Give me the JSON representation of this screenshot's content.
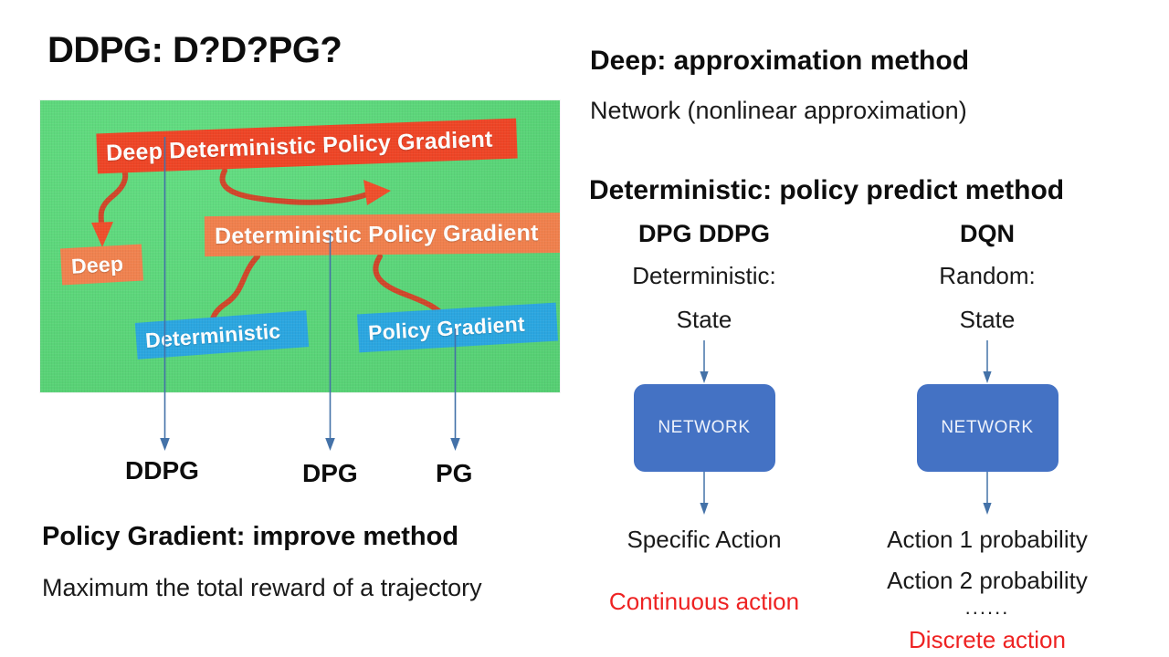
{
  "slide": {
    "title": "DDPG: D?D?PG?"
  },
  "concept_image": {
    "tags": [
      {
        "key": "ddpg",
        "label": "Deep Deterministic Policy Gradient",
        "color": "#ee4526"
      },
      {
        "key": "deep",
        "label": "Deep",
        "color": "#f0824f"
      },
      {
        "key": "dpg",
        "label": "Deterministic Policy Gradient",
        "color": "#f0804d"
      },
      {
        "key": "deterministic",
        "label": "Deterministic",
        "color": "#2ba6e0"
      },
      {
        "key": "policy_gradient",
        "label": "Policy Gradient",
        "color": "#2ba6e0"
      }
    ],
    "background_color": "#5ad478",
    "arrow_color": "#d0472a",
    "watermark": ""
  },
  "leaf_labels": [
    {
      "key": "ddpg",
      "label": "DDPG"
    },
    {
      "key": "dpg",
      "label": "DPG"
    },
    {
      "key": "pg",
      "label": "PG"
    }
  ],
  "policy_gradient_section": {
    "heading": "Policy Gradient: improve method",
    "subtitle": "Maximum the total reward of a trajectory"
  },
  "deep_section": {
    "heading": "Deep: approximation method",
    "subtitle": "Network (nonlinear approximation)"
  },
  "deterministic_section": {
    "heading": "Deterministic: policy predict method",
    "columns": [
      {
        "key": "dpg-ddpg",
        "title": "DPG DDPG",
        "mode": "Deterministic:",
        "input": "State",
        "network": "NETWORK",
        "output_line1": "Specific  Action",
        "output_line2": "",
        "dots": "",
        "conclusion": "Continuous action",
        "conclusion_color": "#ee2222"
      },
      {
        "key": "dqn",
        "title": "DQN",
        "mode": "Random:",
        "input": "State",
        "network": "NETWORK",
        "output_line1": "Action 1 probability",
        "output_line2": "Action 2 probability",
        "dots": "......",
        "conclusion": "Discrete action",
        "conclusion_color": "#ee2222"
      }
    ]
  },
  "colors": {
    "network_blue": "#4472c4",
    "stem_blue": "#4472a8",
    "accent_red": "#ee2222",
    "green_bg": "#5ad478"
  }
}
